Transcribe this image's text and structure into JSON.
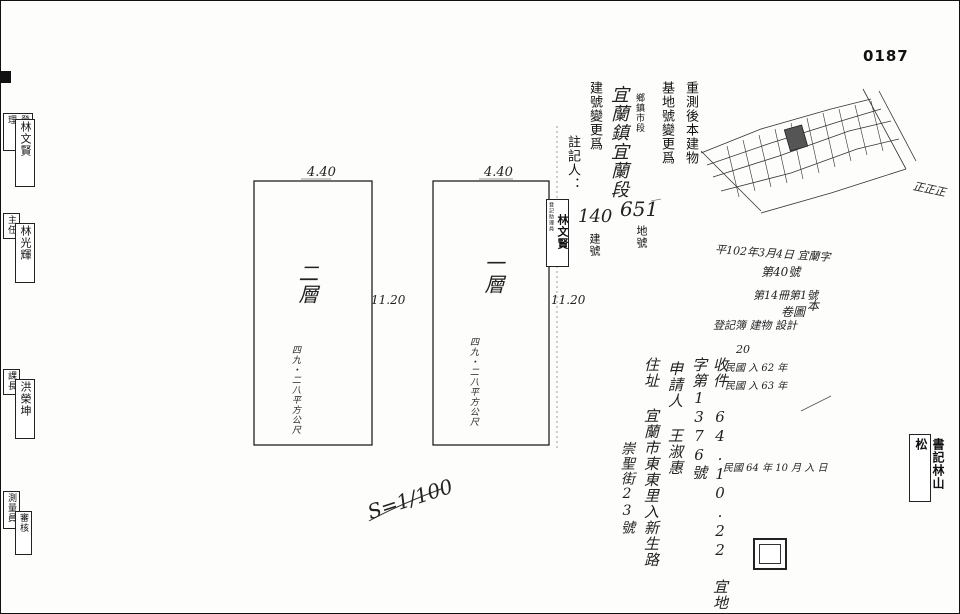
{
  "document": {
    "page_number": "0187",
    "col_title_1": "重測後本建物",
    "col_title_2": "基地號變更爲",
    "col_title_3": "鄉鎮市段",
    "col_handwritten_town": "宜蘭鎮宜蘭段",
    "col_land_label": "地號",
    "col_land_value": "651",
    "col_building_change": "建號變更爲",
    "col_building_value": "140",
    "col_building_label": "建號",
    "annotator_label": "註記人：",
    "annotator_stamp": "林文賢",
    "annotator_stamp_prefix": "登記助理員",
    "floor_plan": {
      "left": {
        "floor": "二層",
        "width": "4.40",
        "height": "11.20",
        "area_note": "四九‧二八平方公尺"
      },
      "right": {
        "floor": "一層",
        "width": "4.40",
        "height": "11.20",
        "area_note": "四九‧二八平方公尺"
      },
      "scale": "S=1/100"
    },
    "hand_notes": {
      "reg_line1": "平102年3月4日 宜蘭字",
      "reg_line2": "第40號",
      "reg_line3": "本",
      "reg_line4": "第14冊第1號",
      "reg_line5": "卷圖",
      "reg_line6": "登記簿 建物 設計",
      "reg_line7": "20",
      "row1": "民國 入 62 年",
      "row2": "民國 入 63 年",
      "receipt": "收件 64.10.22 宜地字第1376號",
      "applicant": "申請人 王淑惠",
      "address": "住址 宜蘭市東東里入新生路",
      "addr2": "崇聖街23號",
      "bottom_row": "民國 64 年 10 月 入 日",
      "margin_right": "正正正",
      "stamp_right": "書記林山松"
    },
    "left_margin": {
      "m1": "登記助理",
      "m2": "林文賢",
      "m3": "主任",
      "m4": "林光輝",
      "m5": "課長",
      "m6": "洪榮坤",
      "m7": "測量員",
      "m8": "審核"
    }
  }
}
